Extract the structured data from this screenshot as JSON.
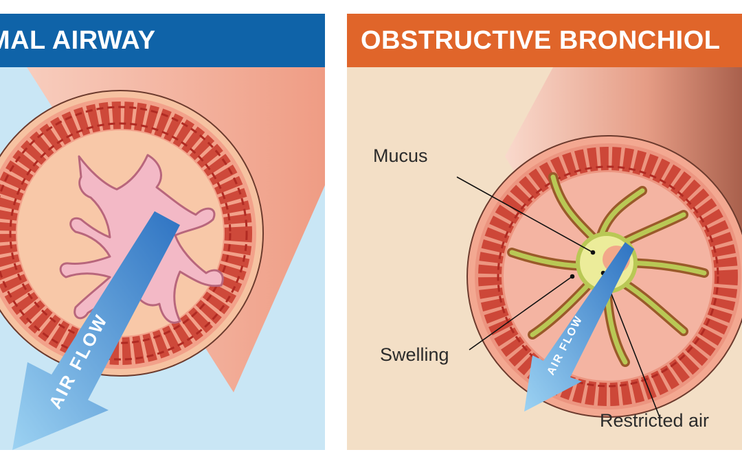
{
  "panels": {
    "normal": {
      "title": "RMAL AIRWAY",
      "arrow_label": "AIR FLOW"
    },
    "obstructive": {
      "title": "OBSTRUCTIVE BRONCHIOL",
      "arrow_label": "AIR FLOW",
      "callouts": {
        "mucus": "Mucus",
        "swelling": "Swelling",
        "restricted": "Restricted air"
      }
    }
  },
  "colors": {
    "normal_header": "#0f63a8",
    "obstructive_header": "#e0652a",
    "normal_bg": "#c9e6f5",
    "obstructive_bg": "#f3dfc6",
    "tissue": "#f2a68e",
    "muscle": "#c8392c",
    "lining": "#f3b9c6",
    "mucus": "#b9c855",
    "arrow": "#4f95d8"
  }
}
